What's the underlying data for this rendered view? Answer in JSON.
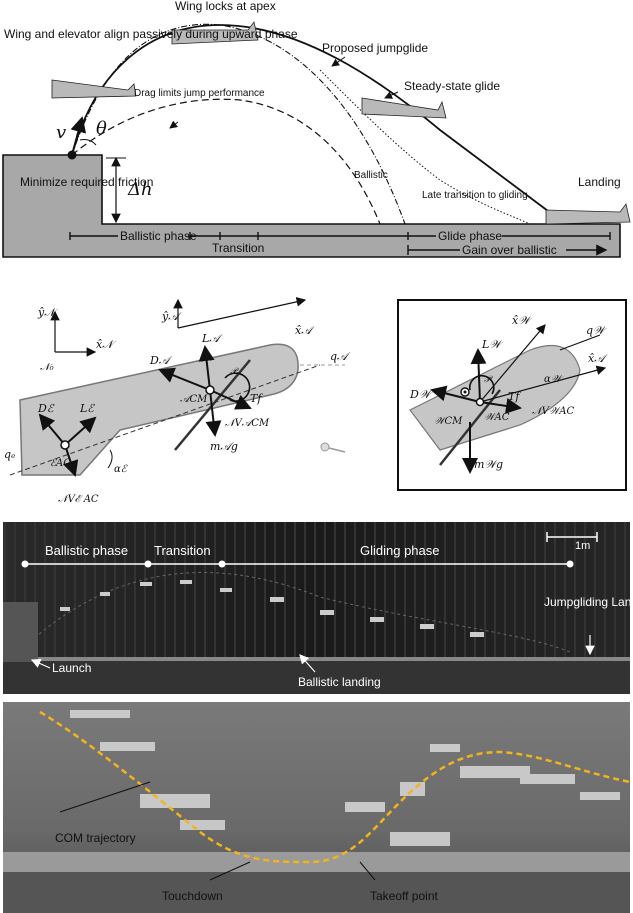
{
  "panel_a": {
    "annotations": {
      "wing_align": "Wing and elevator align passively during upward phase",
      "wing_locks": "Wing locks at apex",
      "proposed": "Proposed jumpglide",
      "drag_limits": "Drag limits jump performance",
      "steady_glide": "Steady-state glide",
      "ballistic": "Ballistic",
      "late_transition": "Late transition to gliding",
      "landing": "Landing",
      "minimize_friction": "Minimize required friction",
      "v": "v",
      "theta": "θ",
      "delta_h": "Δh"
    },
    "phases": {
      "ballistic_phase": "Ballistic phase",
      "transition": "Transition",
      "glide_phase": "Glide phase",
      "gain": "Gain over ballistic"
    }
  },
  "panel_b": {
    "frame_n_y": "ŷ𝒩",
    "frame_n_x": "x̂𝒩",
    "frame_n0": "𝒩₀",
    "y_a": "ŷ𝒜",
    "x_a": "x̂𝒜",
    "q_a": "q𝒜",
    "L_a": "L𝒜",
    "D_a": "D𝒜",
    "P": "𝒫",
    "T_f": "T𝑓",
    "A_cm": "𝒜CM",
    "mg_a": "m𝒜g",
    "v_a": "𝒩V𝒜CM",
    "D_e": "Dℰ",
    "L_e": "Lℰ",
    "q_e": "qₑ",
    "E_ac": "ℰAC",
    "alpha_e": "αℰ",
    "v_e": "𝒩Vℰ AC"
  },
  "panel_b_inset": {
    "x_w": "x̂𝒲",
    "q_w": "q𝒲",
    "x_a": "x̂𝒜",
    "L_w": "L𝒲",
    "P": "𝒫",
    "alpha_w": "α𝒲",
    "D_w": "D𝒲",
    "T_f": "T𝑓",
    "W_cm": "𝒲CM",
    "W_ac": "𝒲AC",
    "v_w": "𝒩V𝒲AC",
    "mg_w": "m𝒲g"
  },
  "panel_c": {
    "ballistic_phase": "Ballistic phase",
    "transition": "Transition",
    "gliding_phase": "Gliding phase",
    "scale": "1m",
    "launch": "Launch",
    "ballistic_landing": "Ballistic landing",
    "jumpgliding_landing": "Jumpgliding Landing"
  },
  "panel_d": {
    "com_trajectory": "COM trajectory",
    "touchdown": "Touchdown",
    "takeoff": "Takeoff point"
  },
  "colors": {
    "ground": "#a8a8a8",
    "glider": "#b9b9b9",
    "trajectory_yellow": "#f2b41c",
    "photo_dark": "#1c1c1c"
  }
}
